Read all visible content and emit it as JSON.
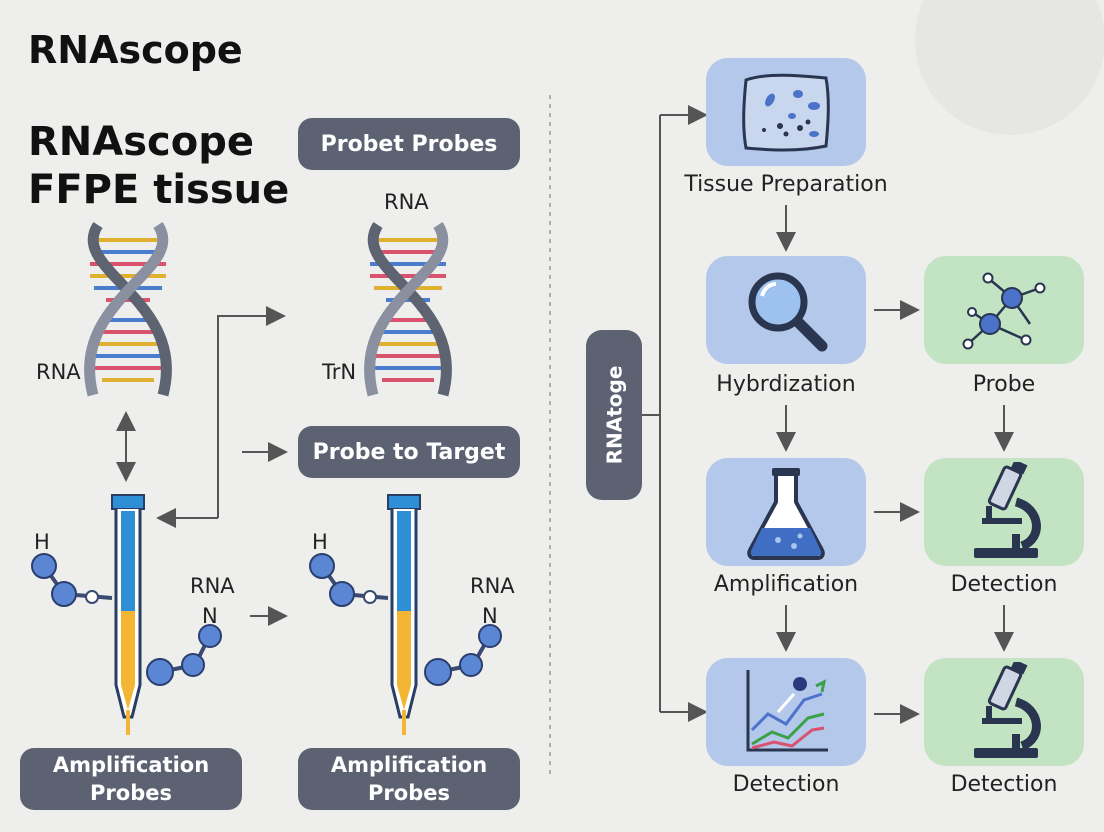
{
  "header": {
    "title": "RNAscope"
  },
  "left": {
    "heading_line1": "RNAscope",
    "heading_line2": "FFPE tissue",
    "pill_probes": "Probet Probes",
    "pill_target": "Probe to Target",
    "pill_amp_left_1": "Amplification",
    "pill_amp_left_2": "Probes",
    "pill_amp_right_1": "Amplification",
    "pill_amp_right_2": "Probes",
    "label_rna_top": "RNA",
    "label_rna_left": "RNA",
    "label_trn": "TrN",
    "label_h_left": "H",
    "label_rna_mid_left": "RNA",
    "label_n_left": "N",
    "label_h_right": "H",
    "label_rna_mid_right": "RNA",
    "label_n_right": "N"
  },
  "right": {
    "side_pill": "RNAtoge",
    "steps": {
      "tissue": "Tissue Preparation",
      "hybridization": "Hybrdization",
      "probe": "Probe",
      "amplification": "Amplification",
      "detection_mid": "Detection",
      "detection_bottom_left": "Detection",
      "detection_bottom_right": "Detection"
    }
  },
  "colors": {
    "pill": "#5d6273",
    "blue_box": "#b3c8ea",
    "green_box": "#c3e4c2",
    "node_blue": "#4a73c9",
    "tube_blue": "#2f8fd6",
    "tube_yellow": "#f2b534"
  },
  "icons": [
    "dna-helix-icon",
    "probe-tube-icon",
    "molecule-chain-icon",
    "tissue-cells-icon",
    "magnifier-icon",
    "network-molecule-icon",
    "flask-icon",
    "microscope-icon",
    "line-chart-icon"
  ]
}
